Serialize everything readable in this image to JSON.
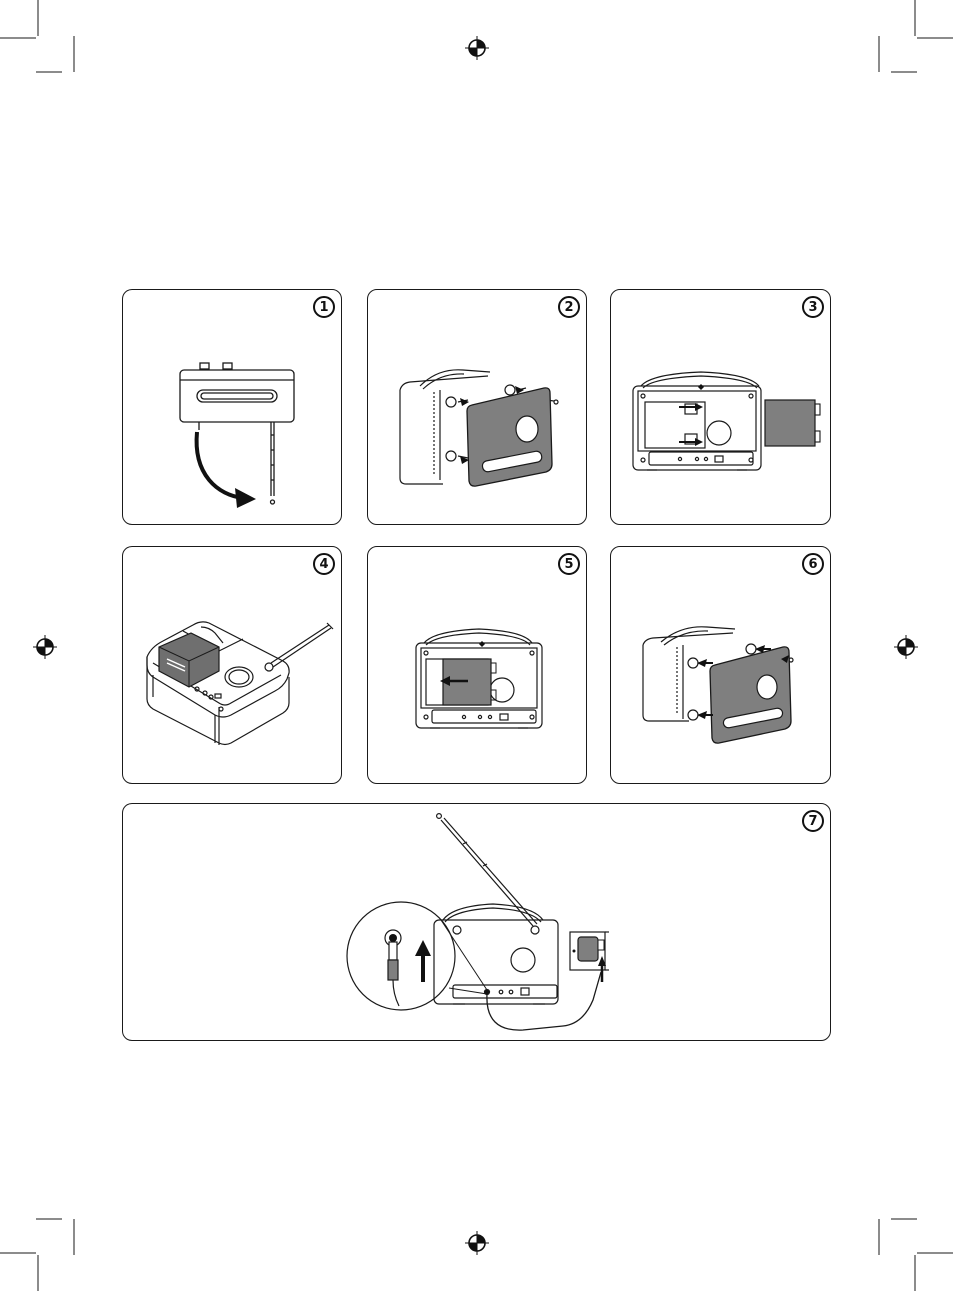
{
  "steps": [
    {
      "number": "1"
    },
    {
      "number": "2"
    },
    {
      "number": "3"
    },
    {
      "number": "4"
    },
    {
      "number": "5"
    },
    {
      "number": "6"
    },
    {
      "number": "7"
    }
  ],
  "colors": {
    "line": "#1a1a1a",
    "cover_gray": "#7f7f7f",
    "background": "#ffffff"
  },
  "icons": {
    "registration_mark": "crosshair-circle-icon",
    "arrow": "arrow-icon"
  }
}
